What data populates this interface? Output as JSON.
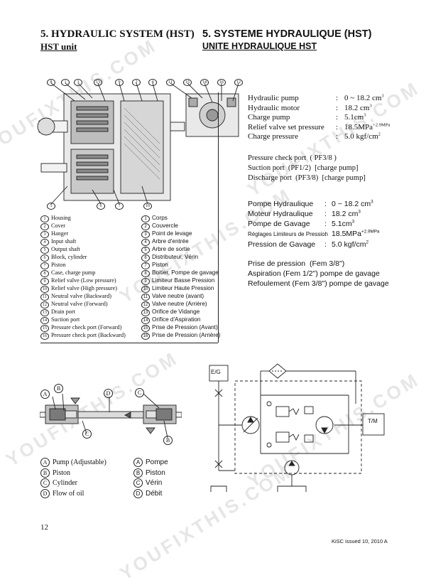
{
  "heading": {
    "en_title": "5. HYDRAULIC SYSTEM (HST)",
    "en_sub": "HST unit",
    "fr_title": "5. SYSTEME HYDRAULIQUE (HST)",
    "fr_sub": "UNITE HYDRAULIQUE HST"
  },
  "figure_callouts": [
    "8",
    "1",
    "3",
    "13",
    "9",
    "2",
    "4",
    "11",
    "15",
    "14",
    "16",
    "12",
    "5",
    "6",
    "7",
    "10"
  ],
  "specs_en": [
    {
      "label": "Hydraulic pump",
      "value": "0 ~ 18.2 cm",
      "sup": "3"
    },
    {
      "label": "Hydraulic motor",
      "value": "18.2 cm",
      "sup": "3"
    },
    {
      "label": "Charge pump",
      "value": "5.1cm",
      "sup": "3"
    },
    {
      "label": "Relief valve set pressure",
      "value": "18.5MPa",
      "sup": "+2.9MPa"
    },
    {
      "label": "Charge pressure",
      "value": "5.0 kgf/cm",
      "sup": "2"
    }
  ],
  "ports_en": [
    "Pressure check port  ( PF3/8 )",
    "Suction port  (PF1/2)  [charge pump]",
    "Discharge port  (PF3/8)  [charge pump]"
  ],
  "specs_fr": [
    {
      "label": "Pompe Hydraulique",
      "value": "0 ~ 18.2 cm",
      "sup": "3"
    },
    {
      "label": "Moteur Hydraulique",
      "value": "18.2 cm",
      "sup": "3"
    },
    {
      "label": "Pompe de Gavage",
      "value": "5.1cm",
      "sup": "3"
    },
    {
      "label": "Réglages Limiteurs de Pression",
      "value": "18.5MPa",
      "sup": "+2.9MPa"
    },
    {
      "label": "Pression de Gavage",
      "value": "5.0 kgf/cm",
      "sup": "2"
    }
  ],
  "ports_fr": [
    "Prise de pression  (Fem 3/8\")",
    "Aspiration (Fem 1/2\") pompe de gavage",
    "Refoulement (Fem 3/8\") pompe de gavage"
  ],
  "parts_en": [
    {
      "n": "1",
      "t": "Housing"
    },
    {
      "n": "2",
      "t": "Cover"
    },
    {
      "n": "3",
      "t": "Hanger"
    },
    {
      "n": "4",
      "t": "Input shaft"
    },
    {
      "n": "5",
      "t": "Output shaft"
    },
    {
      "n": "6",
      "t": "Block, cylinder"
    },
    {
      "n": "7",
      "t": "Piston"
    },
    {
      "n": "8",
      "t": "Case, charge pump"
    },
    {
      "n": "9",
      "t": "Relief valve (Low pressure)"
    },
    {
      "n": "10",
      "t": "Relief valve (High pressure)"
    },
    {
      "n": "11",
      "t": "Neutral valve (Backward)"
    },
    {
      "n": "12",
      "t": "Neutral valve (Forward)"
    },
    {
      "n": "13",
      "t": "Drain port"
    },
    {
      "n": "14",
      "t": "Suction port"
    },
    {
      "n": "15",
      "t": "Pressure check port (Forward)"
    },
    {
      "n": "16",
      "t": "Pressure check port (Backward)"
    }
  ],
  "parts_fr": [
    {
      "n": "1",
      "t": "Corps"
    },
    {
      "n": "2",
      "t": "Couvercle"
    },
    {
      "n": "3",
      "t": "Point de levage"
    },
    {
      "n": "4",
      "t": "Arbre d'entrée"
    },
    {
      "n": "5",
      "t": "Arbre de sortie"
    },
    {
      "n": "6",
      "t": "Distributeur, Vérin"
    },
    {
      "n": "7",
      "t": "Piston"
    },
    {
      "n": "8",
      "t": "Boitier, Pompe de gavage"
    },
    {
      "n": "9",
      "t": "Limiteur Basse Pression"
    },
    {
      "n": "10",
      "t": "Limiteur Haute Pression"
    },
    {
      "n": "11",
      "t": "Valve neutre (avant)"
    },
    {
      "n": "12",
      "t": "Valve neutre (Arrière)"
    },
    {
      "n": "13",
      "t": "Orifice de Vidange"
    },
    {
      "n": "14",
      "t": "Orifice d'Aspiration"
    },
    {
      "n": "15",
      "t": "Prise de Pression (Avant)"
    },
    {
      "n": "16",
      "t": "Prise de Pression (Arrière)"
    }
  ],
  "flow_labels": {
    "a": "A",
    "b": "B",
    "c": "C",
    "d": "D"
  },
  "legend_en": [
    {
      "k": "A",
      "t": "Pump (Adjustable)"
    },
    {
      "k": "B",
      "t": "Piston"
    },
    {
      "k": "C",
      "t": "Cylinder"
    },
    {
      "k": "D",
      "t": "Flow of oil"
    }
  ],
  "legend_fr": [
    {
      "k": "A",
      "t": "Pompe"
    },
    {
      "k": "B",
      "t": "Piston"
    },
    {
      "k": "C",
      "t": "Vérin"
    },
    {
      "k": "D",
      "t": "Débit"
    }
  ],
  "schematic": {
    "eg": "E/G",
    "tm": "T/M"
  },
  "footer": {
    "page": "12",
    "issue": "KiSC issued 10, 2010 A"
  },
  "watermark": "YOUFIXTHIS.COM",
  "colors": {
    "text": "#111111",
    "line": "#222222",
    "watermark": "#e6e6e6"
  }
}
